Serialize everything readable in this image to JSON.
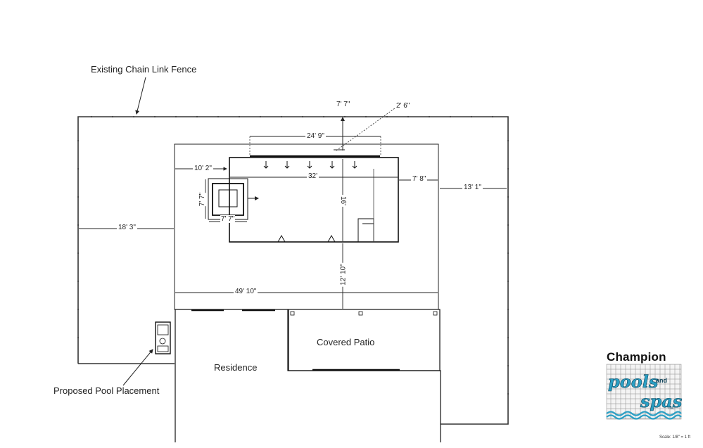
{
  "labels": {
    "fence": "Existing Chain Link Fence",
    "residence": "Residence",
    "covered_patio": "Covered Patio",
    "proposed_pool": "Proposed Pool Placement"
  },
  "dimensions": {
    "d_7_7_top": "7' 7\"",
    "d_2_6": "2' 6\"",
    "d_24_9": "24' 9\"",
    "d_10_2": "10' 2\"",
    "d_32": "32'",
    "d_7_8": "7' 8\"",
    "d_13_1": "13' 1\"",
    "d_7_7_spa_v": "7' 7\"",
    "d_7_7_spa_h": "7' 7\"",
    "d_16": "16'",
    "d_18_3": "18' 3\"",
    "d_12_10": "12' 10\"",
    "d_49_10": "49' 10\""
  },
  "logo": {
    "company": "Champion",
    "script_line1": "pools",
    "script_and": "and",
    "script_line2": "spas",
    "suffix": "Inc.",
    "accent_color": "#2a9fc4",
    "grid_color": "#8a8a8a"
  },
  "scale_note": "Scale: 1/8\" = 1 ft"
}
